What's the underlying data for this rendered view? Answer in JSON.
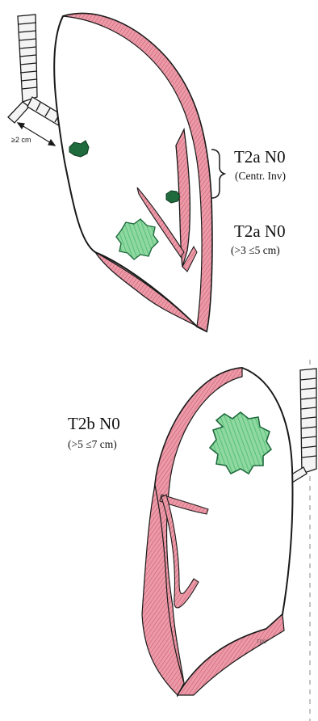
{
  "top_figure": {
    "measure_label": "≥2 cm",
    "stage_central_invasion": "T2a N0",
    "stage_central_invasion_note": "(Centr. Inv)",
    "stage_size": "T2a N0",
    "stage_size_note": "(>3 ≤5 cm)"
  },
  "bottom_figure": {
    "stage": "T2b N0",
    "stage_note": "(>5 ≤7 cm)",
    "artist_mark": "TDB"
  },
  "colors": {
    "pleura_pink": "#e07c8c",
    "pleura_pink_light": "#f3c2ca",
    "tumor_green": "#3fb56a",
    "tumor_green_light": "#a6e0b4",
    "tumor_dark": "#1f6b3d",
    "outline": "#1a1a1a"
  }
}
